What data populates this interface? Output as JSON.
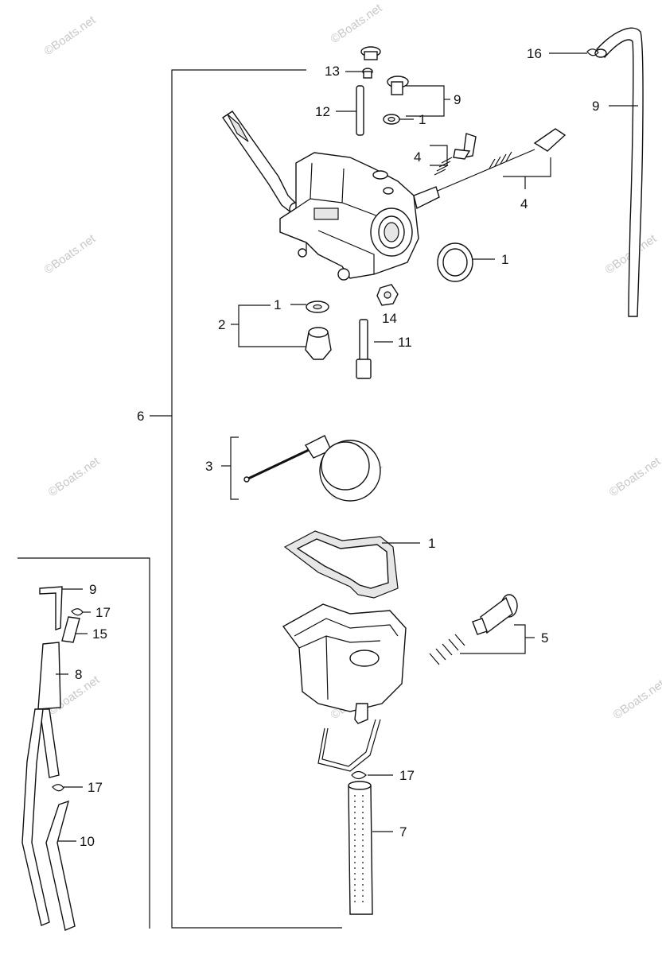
{
  "watermark": "©Boats.net",
  "callouts": {
    "c16": "16",
    "c9a": "9",
    "c13": "13",
    "c12": "12",
    "c9b": "9",
    "c1a": "1",
    "c4a": "4",
    "c4b": "4",
    "c1b": "1",
    "c14": "14",
    "c1c": "1",
    "c2": "2",
    "c11": "11",
    "c6": "6",
    "c3": "3",
    "c1d": "1",
    "c5": "5",
    "c17a": "17",
    "c7": "7",
    "c9c": "9",
    "c17b": "17",
    "c15": "15",
    "c8": "8",
    "c17c": "17",
    "c10": "10"
  },
  "colors": {
    "ink": "#111111",
    "watermark": "#c8c8c8",
    "background": "#ffffff"
  },
  "icons": [
    "carburetor-body-icon",
    "float-icon",
    "float-chamber-icon",
    "hose-icon",
    "clip-icon",
    "gasket-icon",
    "screw-icon",
    "spring-icon",
    "jet-icon",
    "needle-icon"
  ]
}
